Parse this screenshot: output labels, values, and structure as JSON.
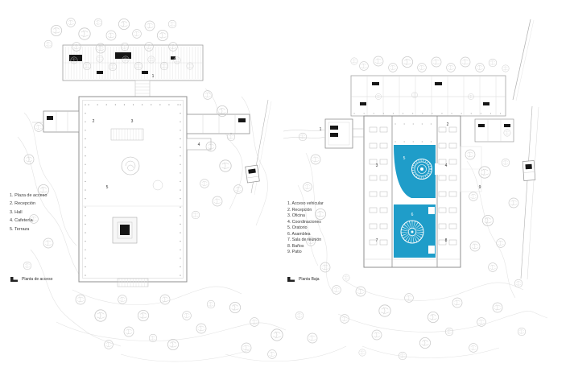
{
  "sheet": {
    "background": "#ffffff"
  },
  "colors": {
    "accent_blue": "#1f9dc9",
    "linework_gray": "#9a9a9a",
    "text_gray": "#3c3c3c"
  },
  "left_plan": {
    "caption": "Planta de acceso",
    "legend": [
      "1. Plaza de acceso",
      "2. Recepción",
      "3. Hall",
      "4. Cafetería",
      "5. Terraza"
    ],
    "markers": [
      "1",
      "2",
      "3",
      "4",
      "5"
    ]
  },
  "right_plan": {
    "caption": "Planta Baja",
    "legend": [
      "1. Acceso vehicular",
      "2. Recepción",
      "3. Oficina",
      "4. Coordinaciones",
      "5. Oratorio",
      "6. Asamblea",
      "7. Sala de reunión",
      "8. Baños",
      "9. Patio"
    ],
    "markers": [
      "1",
      "2",
      "3",
      "4",
      "5",
      "6",
      "7",
      "8",
      "9"
    ]
  }
}
